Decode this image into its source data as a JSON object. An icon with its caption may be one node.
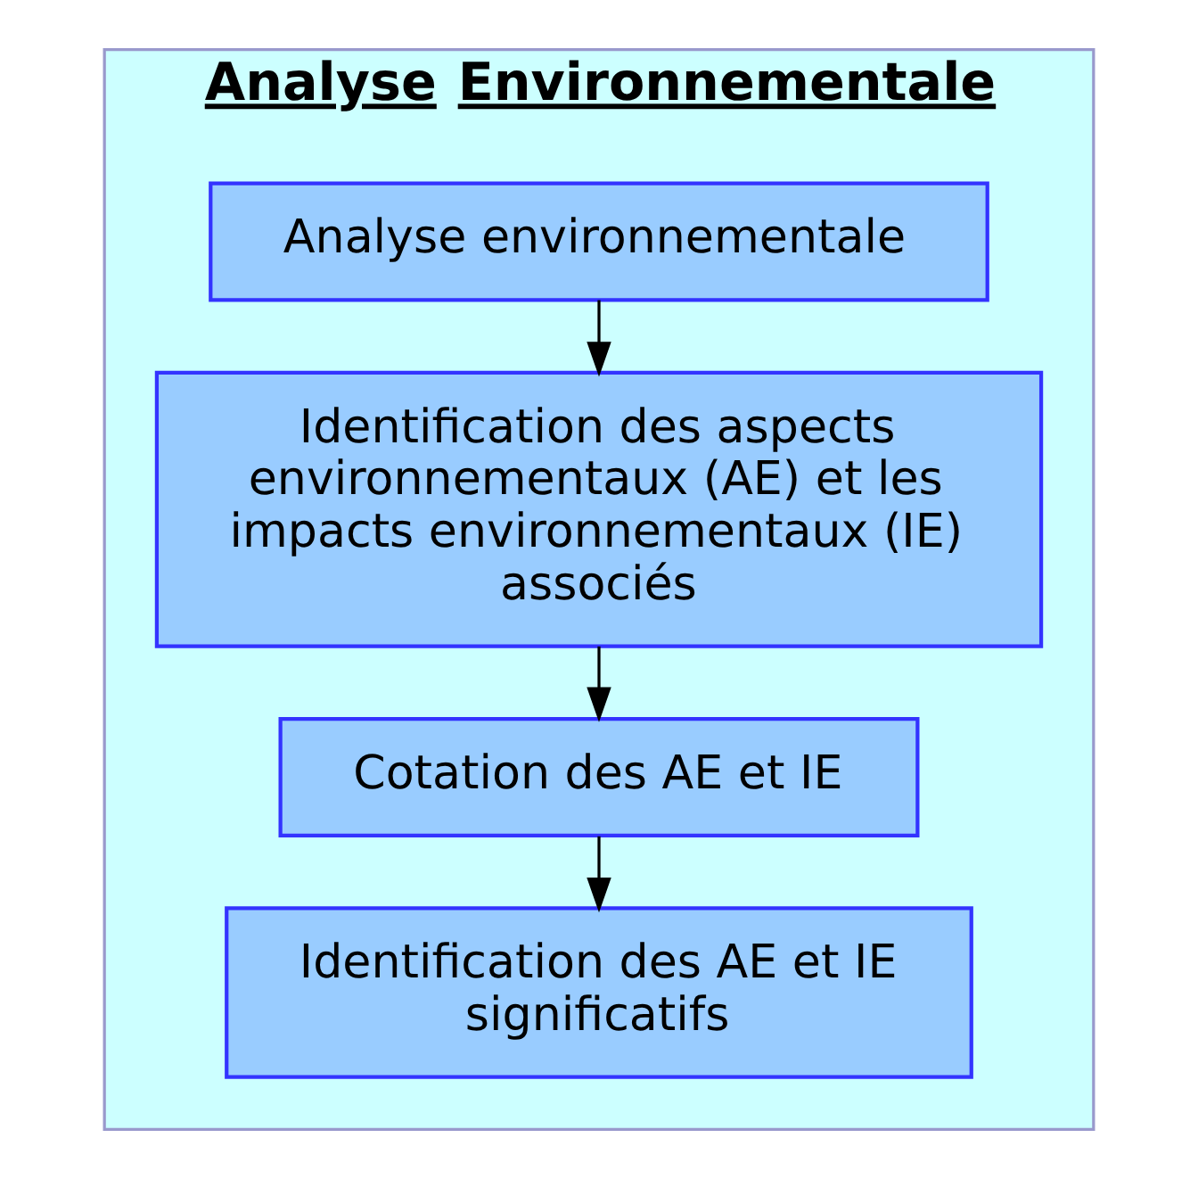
{
  "diagram": {
    "nodes": [
      {
        "text": [
          "Analyse Environnementale"
        ]
      },
      {
        "text": [
          "Analyse environnementale"
        ],
        "in": 0
      },
      {
        "text": [
          "Identification des aspects environnementaux (AE) et les impacts environnementaux (IE) associés"
        ],
        "in": 0
      },
      {
        "text": [
          "Cotation des AE et IE"
        ],
        "in": 0
      },
      {
        "text": [
          "Identification des AE et IE significatifs"
        ],
        "in": 0
      }
    ],
    "edges": [
      {
        "from": 1,
        "to": 2,
        "arrow": "to"
      },
      {
        "from": 2,
        "to": 3,
        "arrow": "to"
      },
      {
        "from": 3,
        "to": 4,
        "arrow": "to"
      }
    ]
  }
}
